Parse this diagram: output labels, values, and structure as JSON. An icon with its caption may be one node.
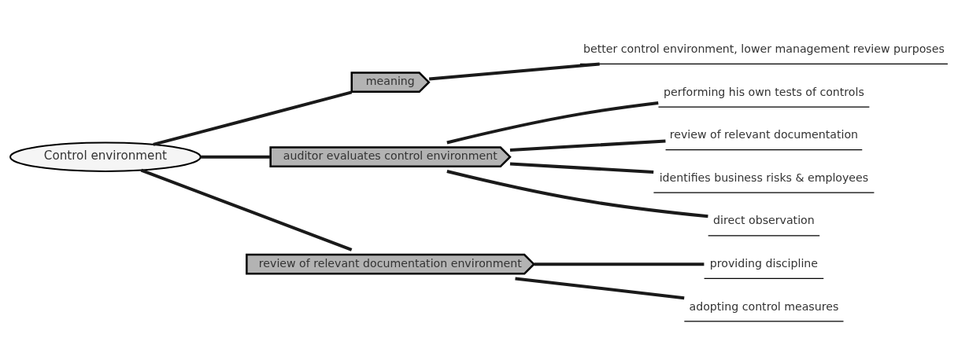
{
  "diagram": {
    "nodes": [
      {
        "text": [
          "Control environment"
        ]
      },
      {
        "text": [
          "meaning"
        ]
      },
      {
        "text": [
          "better control environment, lower management review purposes"
        ]
      },
      {
        "text": [
          "auditor evaluates control environment"
        ]
      },
      {
        "text": [
          "performing his own tests of controls"
        ]
      },
      {
        "text": [
          "review of relevant documentation"
        ]
      },
      {
        "text": [
          "identifies business risks & employees"
        ]
      },
      {
        "text": [
          "direct observation"
        ]
      },
      {
        "text": [
          "review of relevant documentation environment"
        ]
      },
      {
        "text": [
          "providing discipline"
        ]
      },
      {
        "text": [
          "adopting control measures"
        ]
      }
    ],
    "edges": [
      {
        "from": 0,
        "to": 1,
        "arrow": "none"
      },
      {
        "from": 1,
        "to": 2,
        "arrow": "none"
      },
      {
        "from": 0,
        "to": 3,
        "arrow": "none"
      },
      {
        "from": 3,
        "to": 4,
        "arrow": "none"
      },
      {
        "from": 3,
        "to": 5,
        "arrow": "none"
      },
      {
        "from": 3,
        "to": 6,
        "arrow": "none"
      },
      {
        "from": 3,
        "to": 7,
        "arrow": "none"
      },
      {
        "from": 0,
        "to": 8,
        "arrow": "none"
      },
      {
        "from": 8,
        "to": 9,
        "arrow": "none"
      },
      {
        "from": 8,
        "to": 10,
        "arrow": "none"
      }
    ]
  }
}
